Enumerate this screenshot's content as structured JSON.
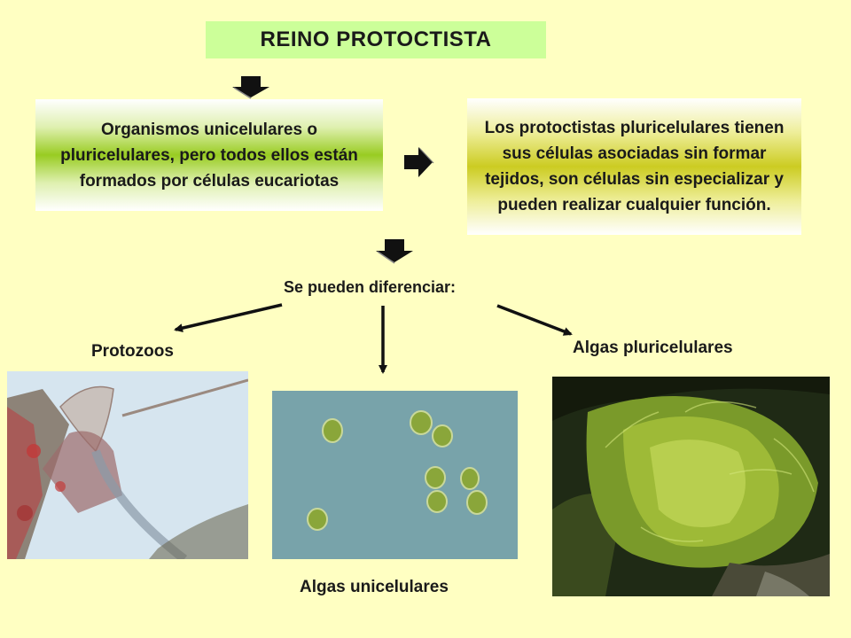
{
  "title": "REINO PROTOCTISTA",
  "left_box": "Organismos unicelulares o pluricelulares, pero todos ellos están formados por células eucariotas",
  "right_box": "Los protoctistas pluricelulares tienen sus células asociadas sin formar tejidos, son células sin especializar y pueden realizar cualquier función.",
  "differentiate_label": "Se pueden diferenciar:",
  "categories": {
    "protozoos": "Protozoos",
    "algas_unicelulares": "Algas unicelulares",
    "algas_pluricelulares": "Algas pluricelulares"
  }
}
